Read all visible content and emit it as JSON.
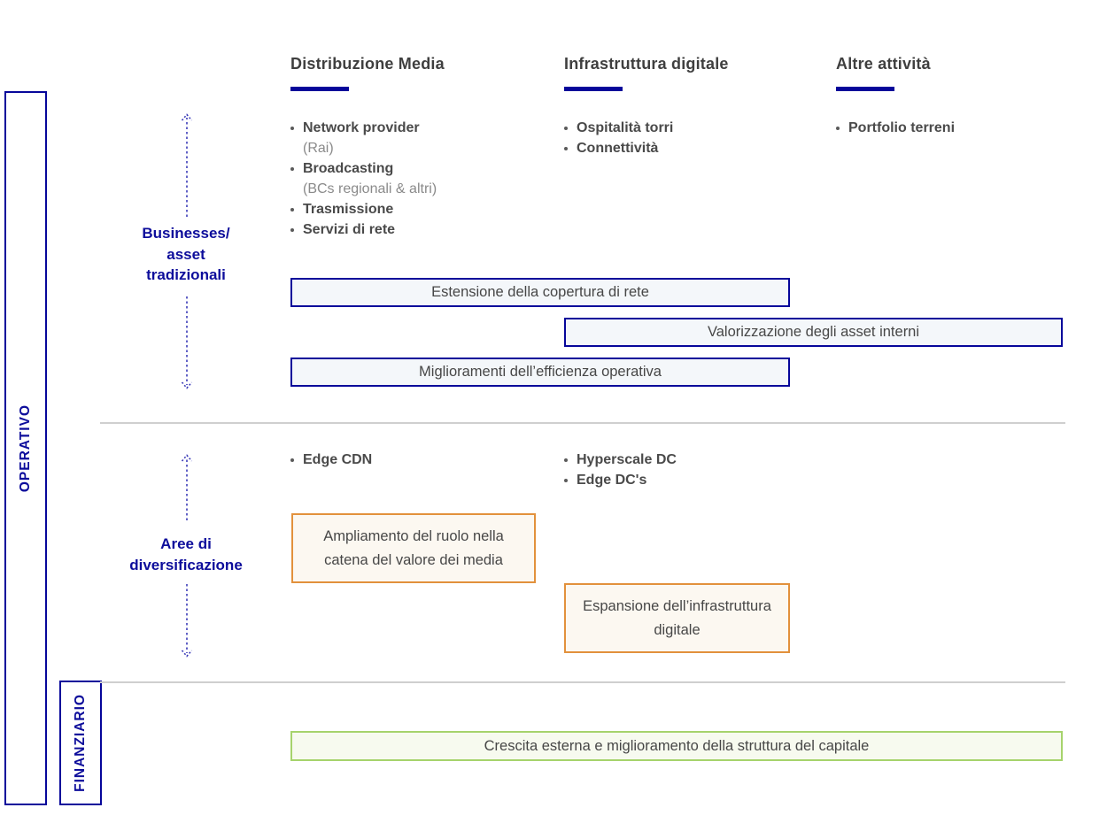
{
  "colors": {
    "navy": "#06069a",
    "arrow_blue": "#3b3bb8",
    "header_text": "#3f3f3f",
    "body_text": "#4a4a4a",
    "note_text": "#8a8a8a",
    "blue_box_fill": "#f4f7fa",
    "orange_border": "#e2913c",
    "orange_fill": "#fcf8f1",
    "green_border": "#a6d36c",
    "green_fill": "#f7faef",
    "divider": "#cfcfcf"
  },
  "side": {
    "operativo": "OPERATIVO",
    "finanziario": "FINANZIARIO"
  },
  "headers": [
    "Distribuzione Media",
    "Infrastruttura digitale",
    "Altre attività"
  ],
  "row1": {
    "label_lines": [
      "Businesses/",
      "asset",
      "tradizionali"
    ],
    "col1_items": [
      {
        "label": "Network provider",
        "note": "(Rai)"
      },
      {
        "label": "Broadcasting",
        "note": "(BCs regionali & altri)"
      },
      {
        "label": "Trasmissione"
      },
      {
        "label": "Servizi di rete"
      }
    ],
    "col2_items": [
      {
        "label": "Ospitalità torri"
      },
      {
        "label": "Connettività"
      }
    ],
    "col3_items": [
      {
        "label": "Portfolio terreni"
      }
    ],
    "boxes": [
      "Estensione della copertura di rete",
      "Valorizzazione degli asset interni",
      "Miglioramenti dell’efficienza operativa"
    ]
  },
  "row2": {
    "label_lines": [
      "Aree di",
      "diversificazione"
    ],
    "col1_items": [
      {
        "label": "Edge CDN"
      }
    ],
    "col2_items": [
      {
        "label": "Hyperscale DC"
      },
      {
        "label": "Edge DC's"
      }
    ],
    "boxes": [
      "Ampliamento del ruolo nella catena del valore dei media",
      "Espansione dell’infrastruttura digitale"
    ]
  },
  "financial": {
    "box": "Crescita esterna e miglioramento della struttura del capitale"
  }
}
